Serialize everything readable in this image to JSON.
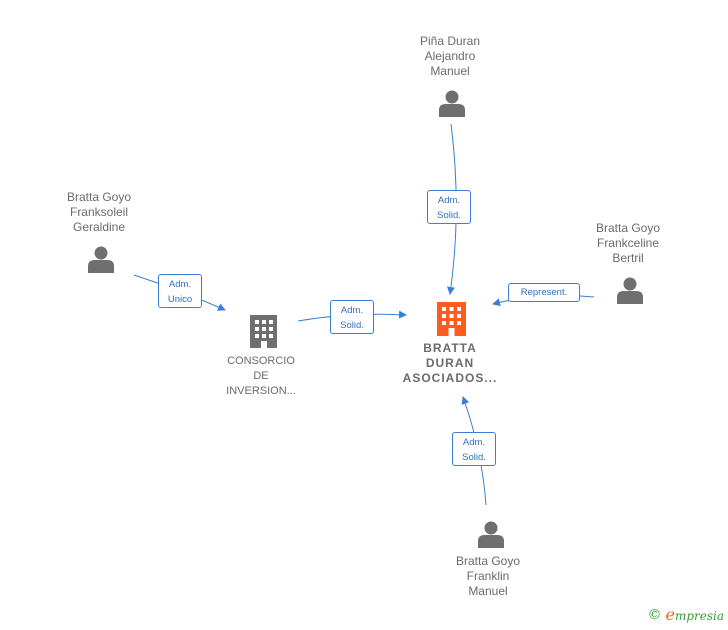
{
  "nodes": {
    "center": {
      "label": "BRATTA\nDURAN\nASOCIADOS...",
      "color": "#ff5a1f"
    },
    "consorcio": {
      "label": "CONSORCIO\nDE\nINVERSION...",
      "color": "#6f6f6f"
    },
    "pina": {
      "label": "Piña Duran\nAlejandro\nManuel"
    },
    "franksoleil": {
      "label": "Bratta Goyo\nFranksoleil\nGeraldine"
    },
    "frankceline": {
      "label": "Bratta Goyo\nFrankceline\nBertril"
    },
    "franklin": {
      "label": "Bratta Goyo\nFranklin\nManuel"
    }
  },
  "edges": {
    "franksoleil_consorcio": "Adm.\nUnico",
    "consorcio_center": "Adm.\nSolid.",
    "pina_center": "Adm.\nSolid.",
    "frankceline_center": "Represent.",
    "franklin_center": "Adm.\nSolid."
  },
  "colors": {
    "edge": "#3a7fd5",
    "person": "#6f6f6f"
  },
  "brand": {
    "copyright": "©",
    "name_initial": "e",
    "name_rest": "mpresia"
  }
}
